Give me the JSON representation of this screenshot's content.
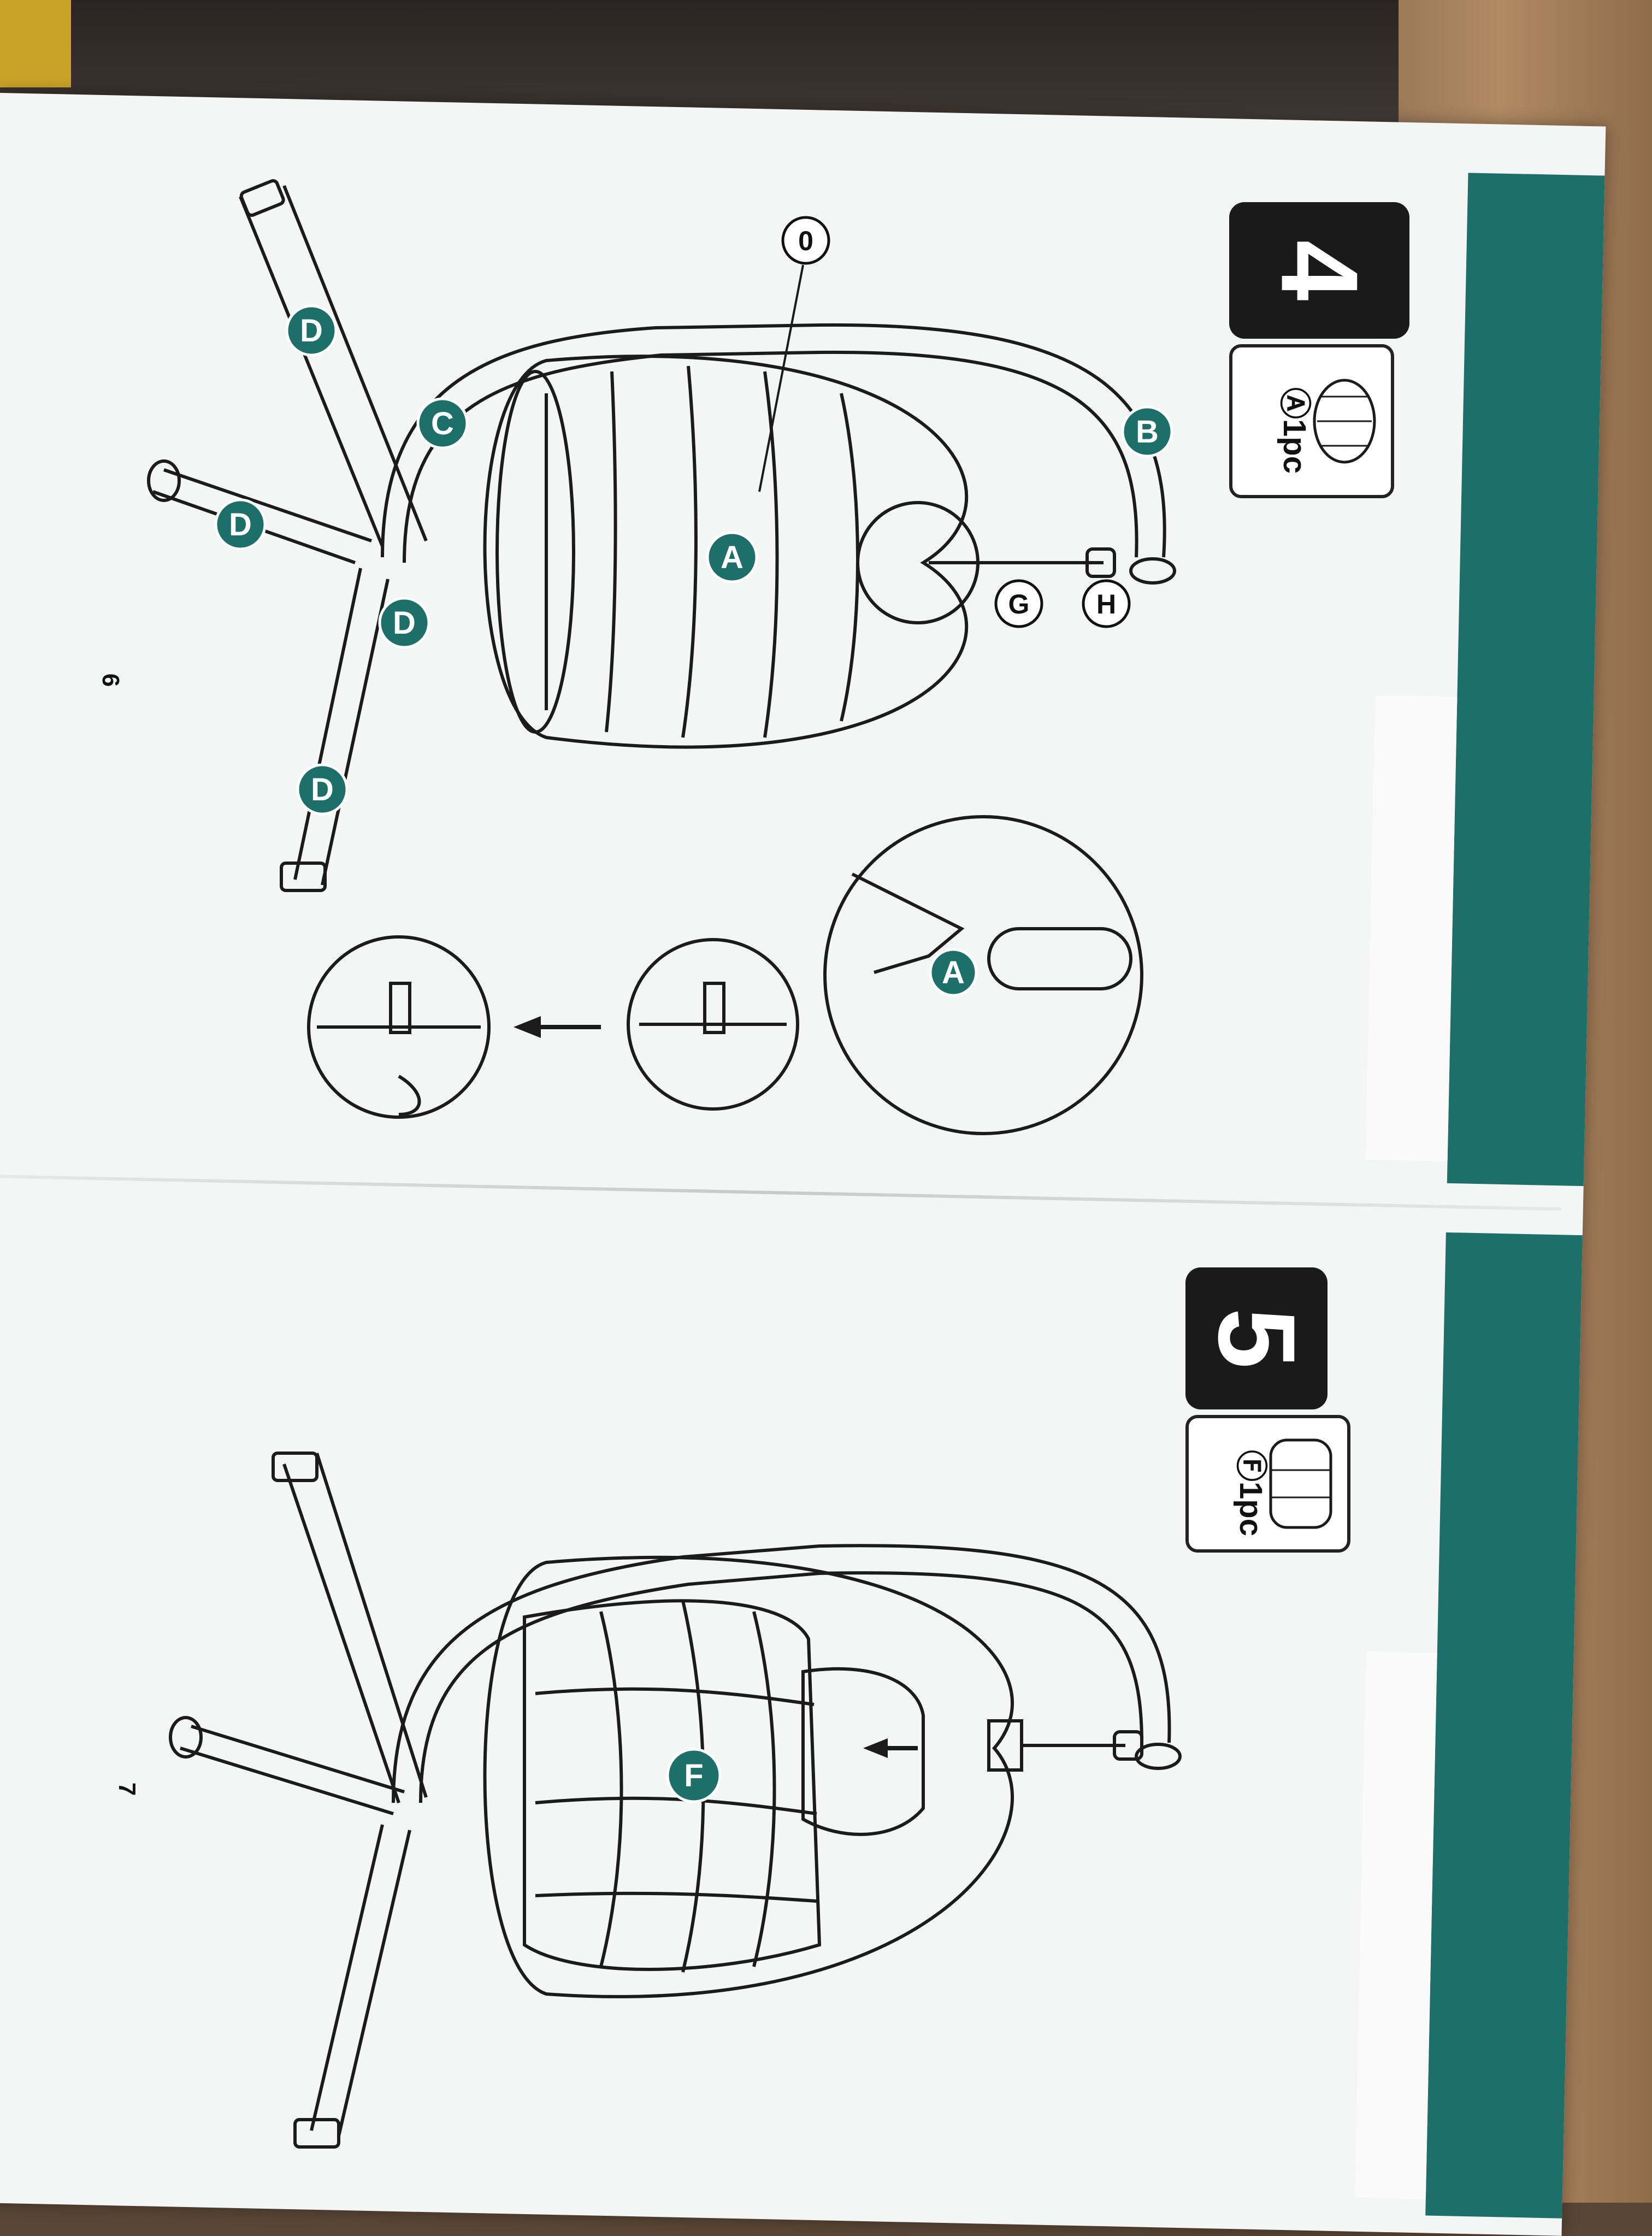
{
  "document": {
    "step4": {
      "number": "4",
      "part": "Ⓐ1pc",
      "page_number": "6",
      "callouts": {
        "A": "A",
        "B": "B",
        "C": "C",
        "D": "D",
        "G": "G",
        "H": "H",
        "O": "0"
      }
    },
    "step5": {
      "number": "5",
      "part": "Ⓕ1pc",
      "page_number": "7",
      "callouts": {
        "F": "F"
      }
    },
    "colors": {
      "teal": "#1e6f6a",
      "badge": "#1a1a1a",
      "paper": "#f4f6f6"
    }
  }
}
